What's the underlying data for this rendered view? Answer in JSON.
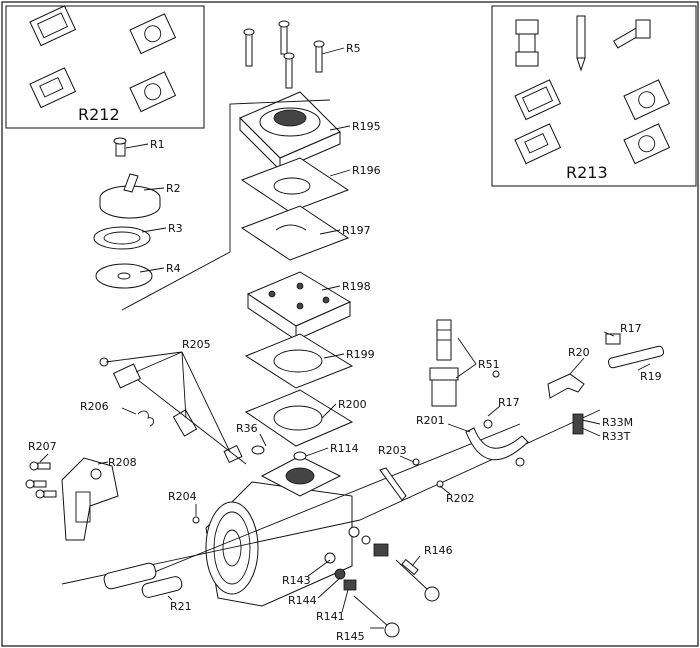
{
  "title": "",
  "kits": {
    "left": "R212",
    "right": "R213"
  },
  "labels": {
    "r1": "R1",
    "r2": "R2",
    "r3": "R3",
    "r4": "R4",
    "r5": "R5",
    "r17a": "R17",
    "r17b": "R17",
    "r19": "R19",
    "r20": "R20",
    "r21": "R21",
    "r33m": "R33M",
    "r33t": "R33T",
    "r36": "R36",
    "r51": "R51",
    "r114": "R114",
    "r141": "R141",
    "r143": "R143",
    "r144": "R144",
    "r145": "R145",
    "r146": "R146",
    "r195": "R195",
    "r196": "R196",
    "r197": "R197",
    "r198": "R198",
    "r199": "R199",
    "r200": "R200",
    "r201": "R201",
    "r202": "R202",
    "r203": "R203",
    "r204": "R204",
    "r205": "R205",
    "r206": "R206",
    "r207": "R207",
    "r208": "R208"
  }
}
